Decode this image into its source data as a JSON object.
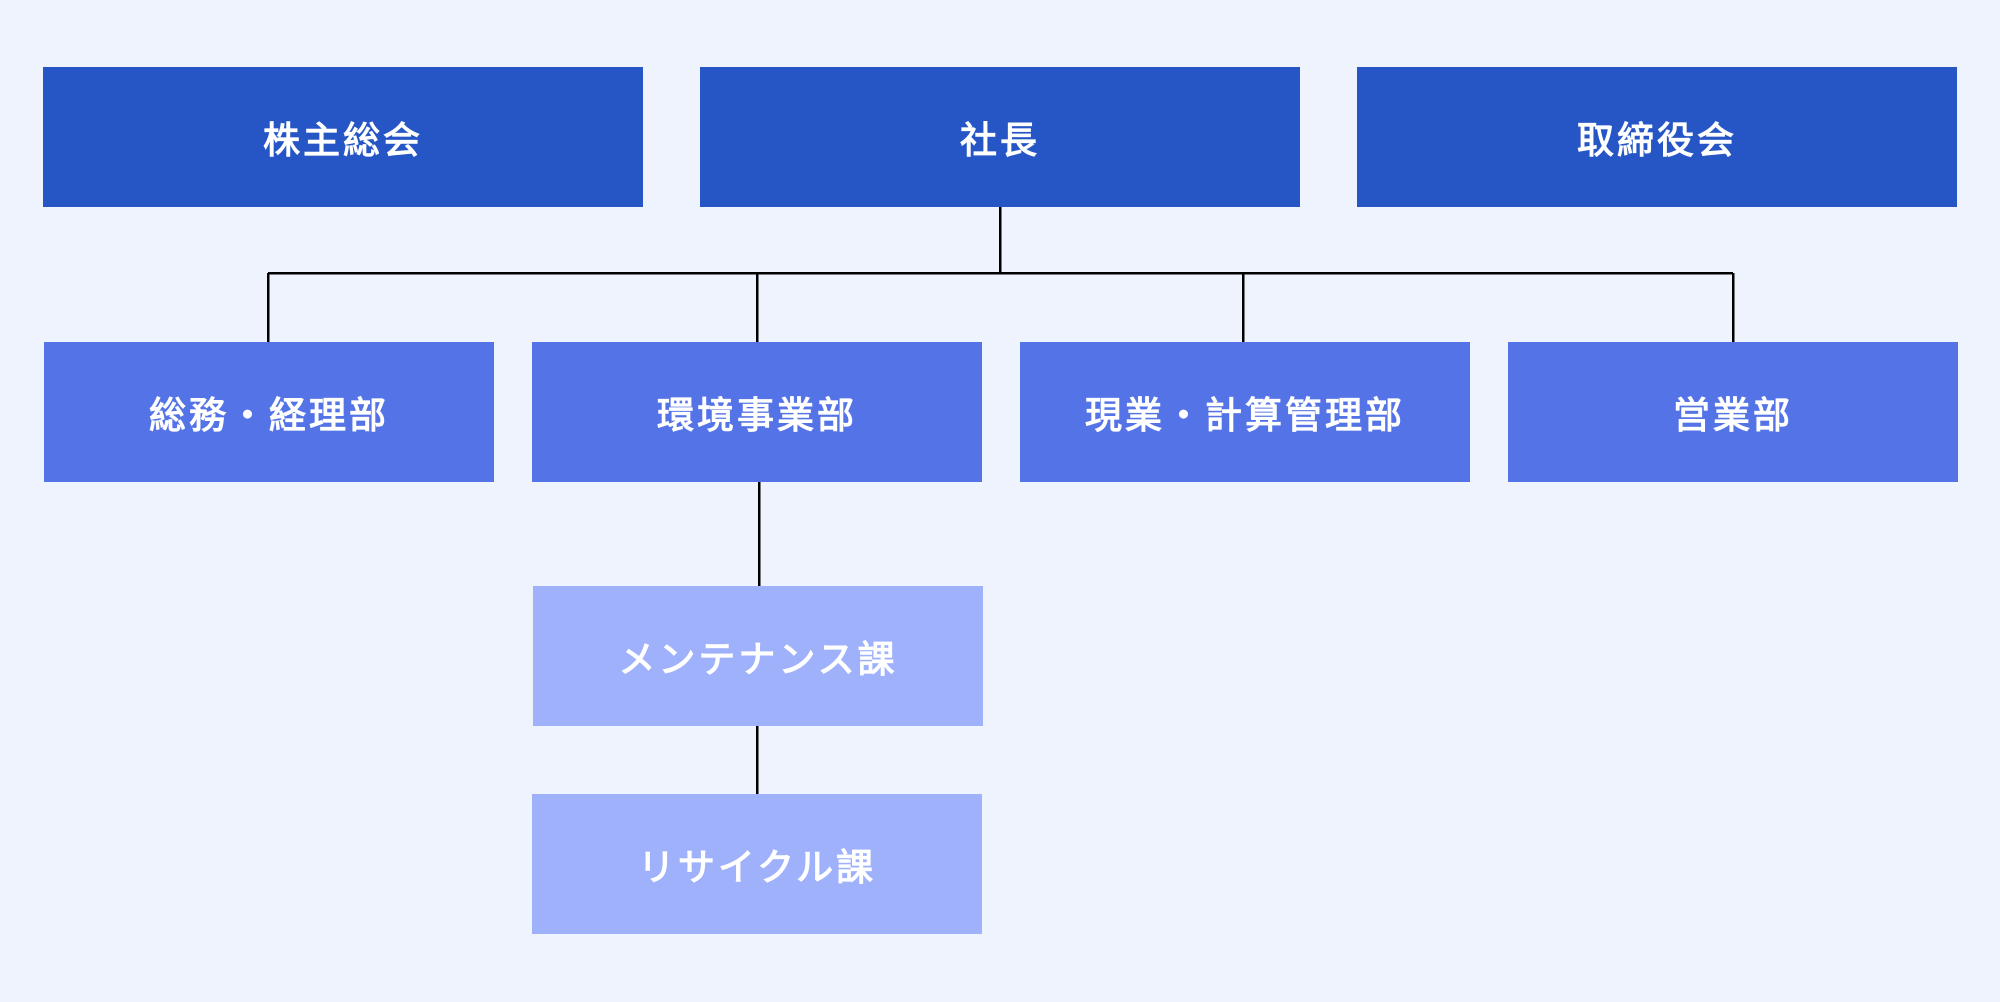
{
  "org_chart": {
    "top_row": {
      "shareholders_meeting": "株主総会",
      "president": "社長",
      "board_of_directors": "取締役会"
    },
    "departments": [
      "総務・経理部",
      "環境事業部",
      "現業・計算管理部",
      "営業部"
    ],
    "sections": [
      "メンテナンス課",
      "リサイクル課"
    ]
  },
  "colors": {
    "background": "#eef3fd",
    "level1": "#2656c6",
    "level2": "#5473e6",
    "level3": "#a0b1fb",
    "connector": "#000000",
    "text": "#ffffff"
  }
}
